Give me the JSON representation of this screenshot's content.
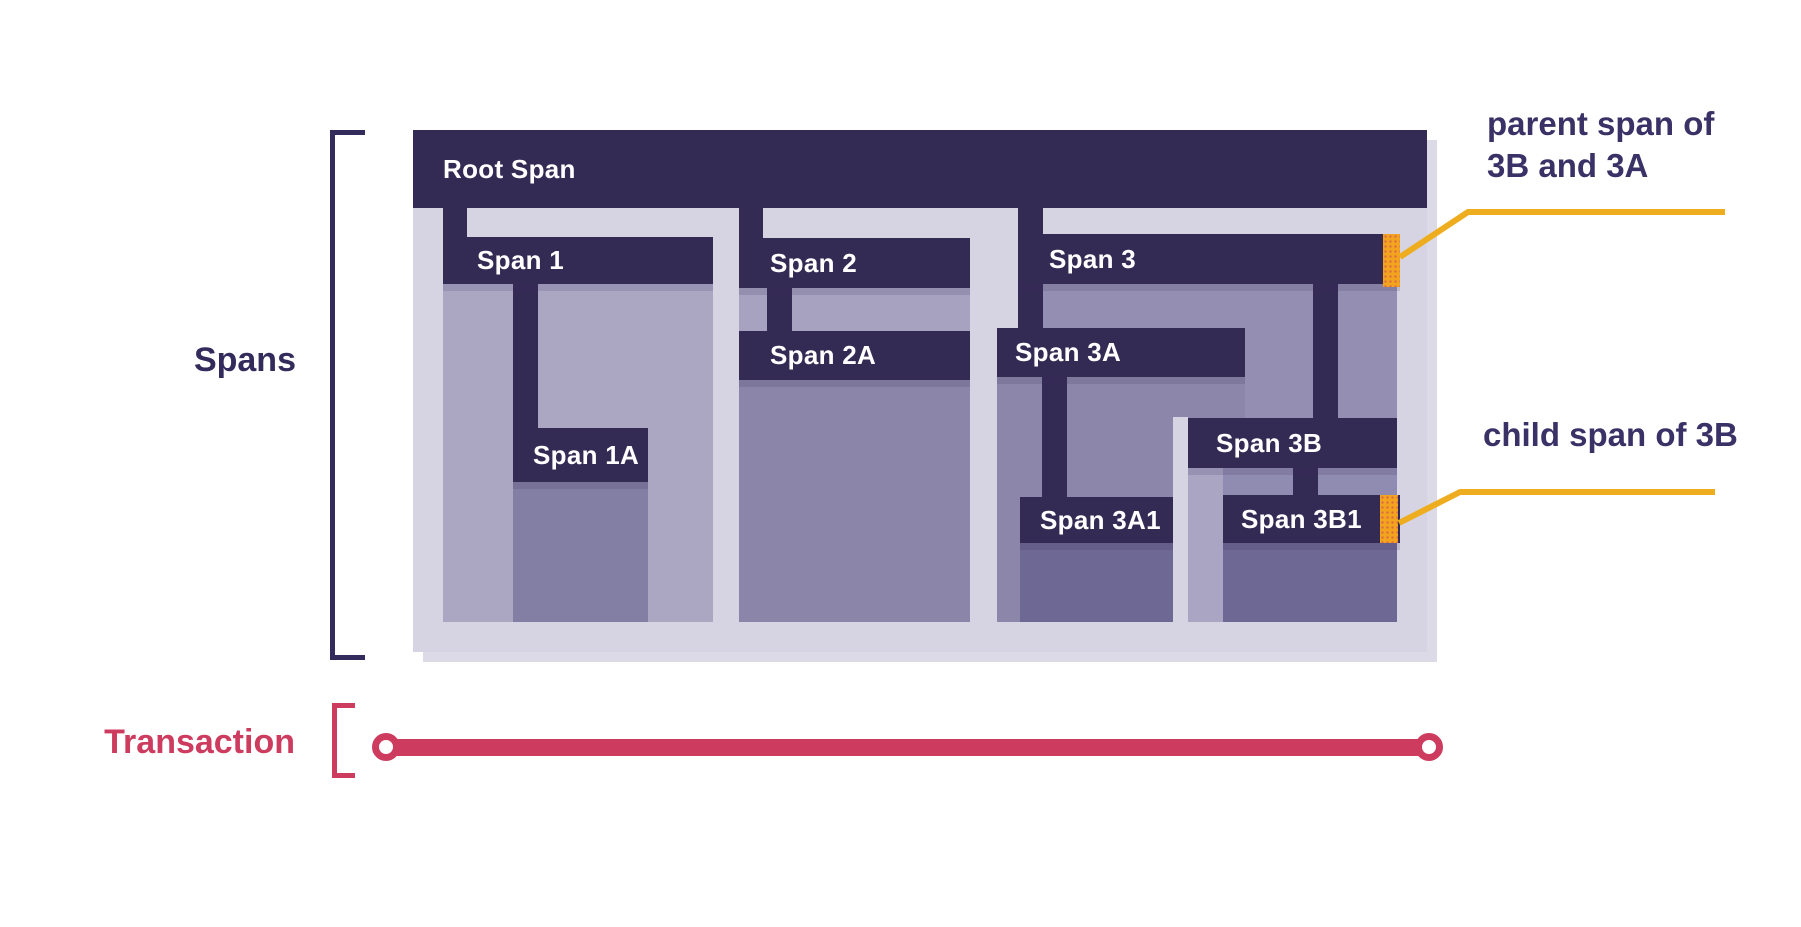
{
  "labels": {
    "spans": "Spans",
    "transaction": "Transaction"
  },
  "spans": {
    "root": "Root Span",
    "s1": "Span 1",
    "s1a": "Span 1A",
    "s2": "Span 2",
    "s2a": "Span 2A",
    "s3": "Span 3",
    "s3a": "Span 3A",
    "s3a1": "Span 3A1",
    "s3b": "Span 3B",
    "s3b1": "Span 3B1"
  },
  "annotations": {
    "parent": {
      "line1": "parent span of",
      "line2": "3B and 3A"
    },
    "child": {
      "text": "child span of 3B"
    }
  },
  "colors": {
    "bar-dark": "#342b55",
    "panel": "#d6d4e2",
    "fill-1": "#aba7c3",
    "fill-1a": "#837ea3",
    "fill-strip": "#a6a2bf",
    "fill-2": "#948fb2",
    "fill-2a": "#8a85a9",
    "fill-3a": "#8b86aa",
    "fill-3b": "#908bb0",
    "fill-3b-strip": "#a9a5c2",
    "fill-deep": "#6e6895",
    "marker-orange": "#f2a41e",
    "annotation-line": "#eead1e",
    "annotation-text": "#3a3166",
    "transaction-red": "#cd3c5f",
    "label-purple": "#332b5b",
    "bar-text": "#ffffff"
  }
}
